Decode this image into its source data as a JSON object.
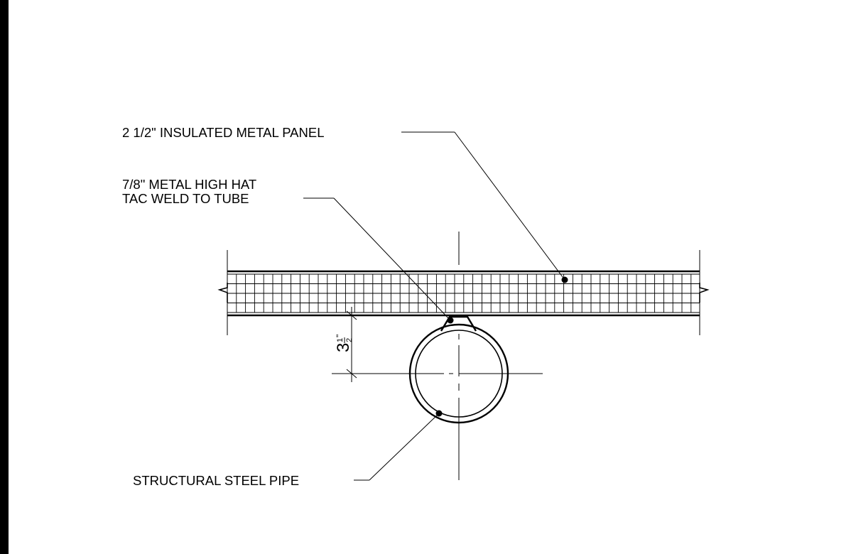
{
  "notes": {
    "panel": "2 1/2\" INSULATED METAL PANEL",
    "hat_line1": "7/8\" METAL HIGH HAT",
    "hat_line2": "TAC WELD TO TUBE",
    "pipe": "STRUCTURAL STEEL PIPE"
  },
  "dimension": {
    "whole": "3",
    "num": "1",
    "den": "2",
    "inch": "\""
  },
  "colors": {
    "line": "#000000",
    "background": "#ffffff"
  }
}
